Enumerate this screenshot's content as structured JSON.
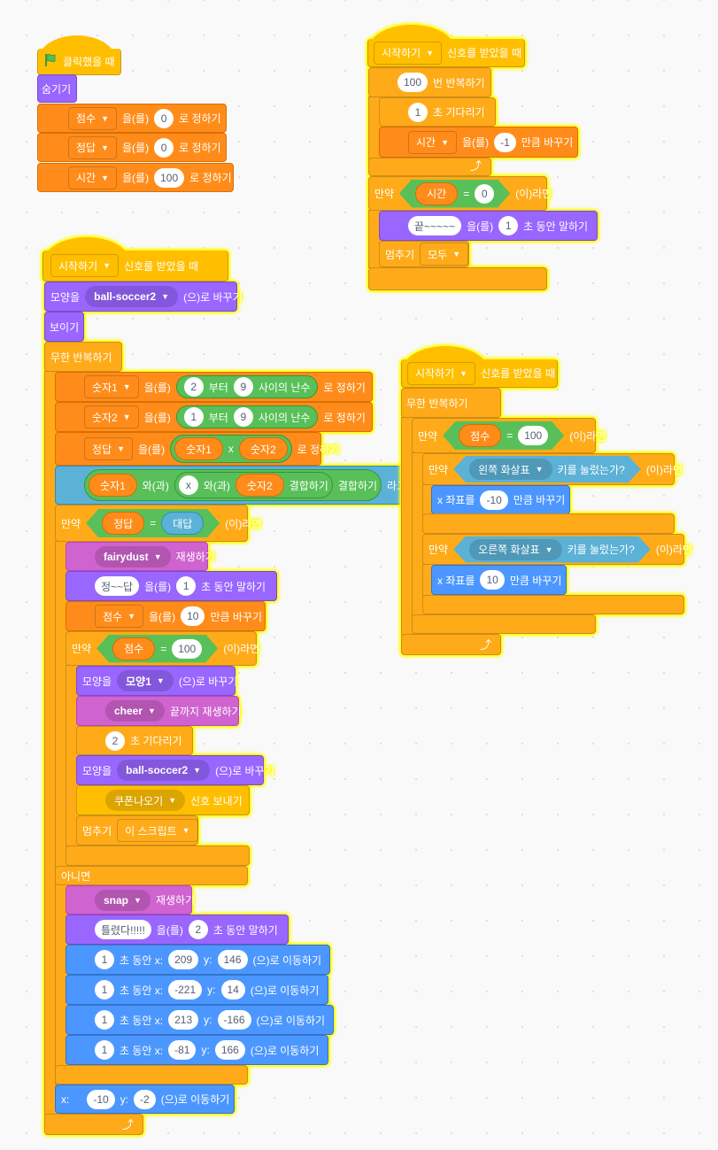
{
  "labels": {
    "flag_hat": "클릭했을 때",
    "hide": "숨기기",
    "show": "보이기",
    "eul": "을(를)",
    "set_to": "로 정하기",
    "change_by": "만큼 바꾸기",
    "when_receive": "신호를 받았을 때",
    "repeat": "번 반복하기",
    "wait": "초 기다리기",
    "if": "만약",
    "then": "(이)라면",
    "else": "아니면",
    "forever": "무한 반복하기",
    "stop": "멈추기",
    "secs_say": "초 동안 말하기",
    "switch_costume": "모양을",
    "costume_to": "(으)로 바꾸기",
    "play": "재생하기",
    "play_until": "끝까지 재생하기",
    "broadcast": "신호 보내기",
    "glide_secs": "초 동안 x:",
    "y": "y:",
    "x": "x:",
    "go": "(으)로 이동하기",
    "key_pressed": "키를 눌렀는가?",
    "change_x": "x 좌표를",
    "random_from": "부터",
    "random_to": "사이의 난수",
    "join_with": "와(과)",
    "join": "결합하기",
    "ask": "라고",
    "eq": "=",
    "times": "x"
  },
  "s1": {
    "set": [
      {
        "var": "점수",
        "val": "0"
      },
      {
        "var": "정답",
        "val": "0"
      },
      {
        "var": "시간",
        "val": "100"
      }
    ]
  },
  "s2": {
    "msg": "시작하기",
    "repeat": "100",
    "wait": "1",
    "change_var": "시간",
    "change_val": "-1",
    "cond_var": "시간",
    "cond_val": "0",
    "say": "끝~~~~~",
    "say_secs": "1",
    "stop": "모두"
  },
  "s3": {
    "msg": "시작하기",
    "costume": "ball-soccer2",
    "rand": [
      {
        "var": "숫자1",
        "from": "2",
        "to": "9"
      },
      {
        "var": "숫자2",
        "from": "1",
        "to": "9"
      }
    ],
    "answer_var": "정답",
    "mul_a": "숫자1",
    "mul_b": "숫자2",
    "ask_a": "숫자1",
    "ask_x": "x",
    "ask_b": "숫자2",
    "cond_var": "정답",
    "cond_answer": "대답",
    "sound1": "fairydust",
    "say1": "정~~답",
    "say1_secs": "1",
    "score_var": "점수",
    "score_by": "10",
    "cond2_var": "점수",
    "cond2_val": "100",
    "costume2": "모양1",
    "sound2": "cheer",
    "wait": "2",
    "costume3": "ball-soccer2",
    "broadcast": "쿠폰나오기",
    "stop": "이 스크립트",
    "sound3": "snap",
    "say2": "틀렸다!!!!!",
    "say2_secs": "2",
    "glides": [
      {
        "secs": "1",
        "x": "209",
        "y": "146"
      },
      {
        "secs": "1",
        "x": "-221",
        "y": "14"
      },
      {
        "secs": "1",
        "x": "213",
        "y": "-166"
      },
      {
        "secs": "1",
        "x": "-81",
        "y": "166"
      }
    ],
    "goto": {
      "x": "-10",
      "y": "-2"
    }
  },
  "s4": {
    "msg": "시작하기",
    "cond_var": "점수",
    "cond_val": "100",
    "key1": "왼쪽 화살표",
    "dx1": "-10",
    "key2": "오른쪽 화살표",
    "dx2": "10"
  },
  "colors": {
    "events": "#FFBF00",
    "control": "#FFAB19",
    "variables": "#FF8C1A",
    "looks": "#9966FF",
    "sound": "#CF63CF",
    "motion": "#4C97FF",
    "sensing": "#5CB1D6",
    "operators": "#59C059",
    "glow": "#FFFF00"
  }
}
